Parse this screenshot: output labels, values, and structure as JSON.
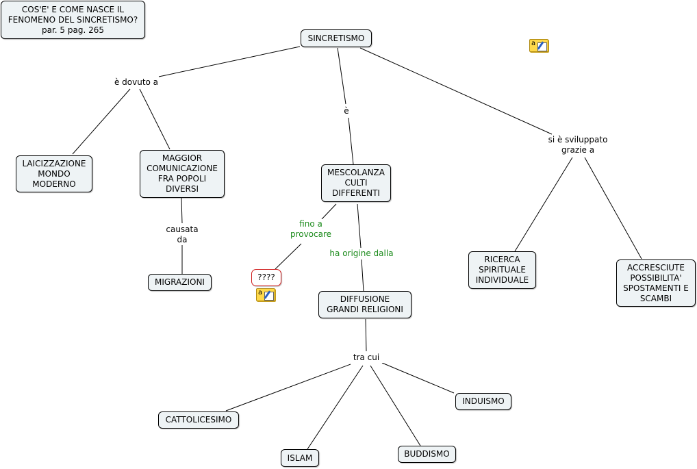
{
  "title_box": {
    "text": "COS'E' E COME NASCE IL\nFENOMENO DEL SINCRETISMO?\npar. 5 pag. 265"
  },
  "nodes": {
    "sincretismo": "SINCRETISMO",
    "laicizzazione": "LAICIZZAZIONE\nMONDO\nMODERNO",
    "maggior_comunicazione": "MAGGIOR\nCOMUNICAZIONE\nFRA POPOLI\nDIVERSI",
    "migrazioni": "MIGRAZIONI",
    "mescolanza": "MESCOLANZA\nCULTI\nDIFFERENTI",
    "question": "????",
    "diffusione": "DIFFUSIONE\nGRANDI RELIGIONI",
    "cattolicesimo": "CATTOLICESIMO",
    "islam": "ISLAM",
    "buddismo": "BUDDISMO",
    "induismo": "INDUISMO",
    "ricerca": "RICERCA\nSPIRITUALE\nINDIVIDUALE",
    "accresciute": "ACCRESCIUTE\nPOSSIBILITA'\nSPOSTAMENTI E\nSCAMBI"
  },
  "link_labels": {
    "dovuto_a": "è dovuto a",
    "e": "è",
    "sviluppato": "si è sviluppato\ngrazie a",
    "causata_da": "causata\nda",
    "fino_a_provocare": "fino a\nprovocare",
    "ha_origine": "ha origine dalla",
    "tra_cui": "tra cui"
  },
  "icons": [
    "note-icon",
    "note-icon"
  ],
  "colors": {
    "node_fill": "#eef3f5",
    "green_label": "#1a8a1a",
    "alert_border": "#d02020"
  }
}
